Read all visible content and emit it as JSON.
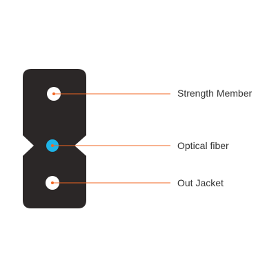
{
  "colors": {
    "jacket": "#2b2727",
    "fiber_core": "#1fb3e6",
    "strength_member": "#ffffff",
    "leader_line": "#f26522",
    "label_text": "#333333"
  },
  "labels": {
    "strength_member": "Strength Member",
    "optical_fiber": "Optical fiber",
    "out_jacket": "Out Jacket"
  }
}
